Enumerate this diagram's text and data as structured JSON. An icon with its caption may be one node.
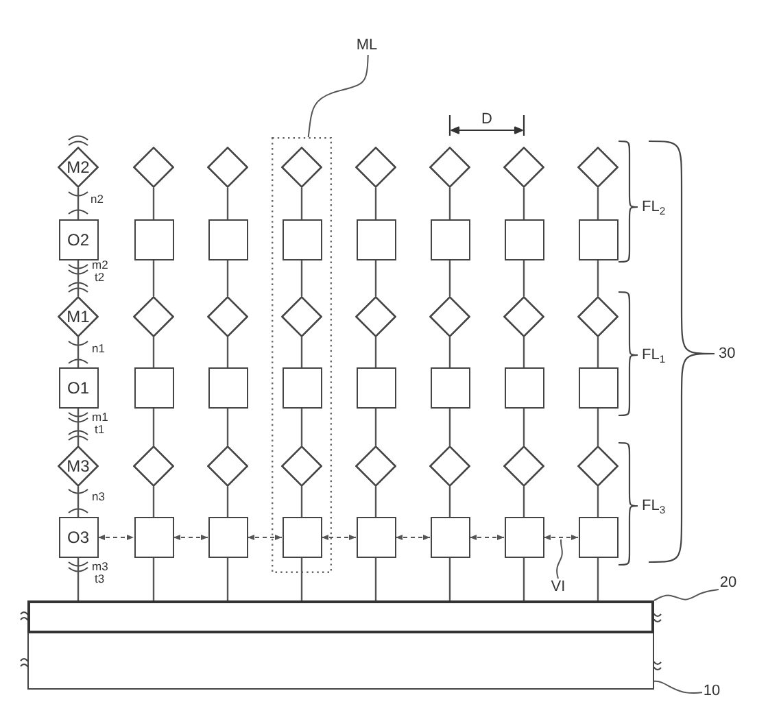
{
  "diagram": {
    "nodes": [
      {
        "text": [
          "ML"
        ]
      },
      {
        "text": [],
        "shape": "box"
      },
      {
        "text": [
          "M2"
        ]
      },
      {
        "text": [],
        "shape": "diamond"
      },
      {
        "text": [],
        "shape": "diamond"
      },
      {
        "text": [],
        "shape": "diamond",
        "in": 1
      },
      {
        "text": [],
        "shape": "diamond"
      },
      {
        "text": [],
        "shape": "diamond"
      },
      {
        "text": [],
        "shape": "diamond"
      },
      {
        "text": [],
        "shape": "diamond"
      },
      {
        "text": [
          "O2"
        ]
      },
      {
        "text": [],
        "shape": "box"
      },
      {
        "text": [],
        "shape": "box"
      },
      {
        "text": [],
        "shape": "box",
        "in": 1
      },
      {
        "text": [],
        "shape": "box"
      },
      {
        "text": [],
        "shape": "box"
      },
      {
        "text": [],
        "shape": "box"
      },
      {
        "text": [],
        "shape": "box"
      },
      {
        "text": [
          "M1"
        ]
      },
      {
        "text": [],
        "shape": "diamond"
      },
      {
        "text": [],
        "shape": "diamond"
      },
      {
        "text": [],
        "shape": "diamond",
        "in": 1
      },
      {
        "text": [],
        "shape": "diamond"
      },
      {
        "text": [],
        "shape": "diamond"
      },
      {
        "text": [],
        "shape": "diamond"
      },
      {
        "text": [],
        "shape": "diamond"
      },
      {
        "text": [
          "O1"
        ]
      },
      {
        "text": [],
        "shape": "box"
      },
      {
        "text": [],
        "shape": "box"
      },
      {
        "text": [],
        "shape": "box",
        "in": 1
      },
      {
        "text": [],
        "shape": "box"
      },
      {
        "text": [],
        "shape": "box"
      },
      {
        "text": [],
        "shape": "box"
      },
      {
        "text": [],
        "shape": "box"
      },
      {
        "text": [
          "M3"
        ]
      },
      {
        "text": [],
        "shape": "diamond"
      },
      {
        "text": [],
        "shape": "diamond"
      },
      {
        "text": [],
        "shape": "diamond",
        "in": 1
      },
      {
        "text": [],
        "shape": "diamond"
      },
      {
        "text": [],
        "shape": "diamond"
      },
      {
        "text": [],
        "shape": "diamond"
      },
      {
        "text": [],
        "shape": "diamond"
      },
      {
        "text": [
          "O3"
        ]
      },
      {
        "text": [],
        "shape": "box"
      },
      {
        "text": [],
        "shape": "box"
      },
      {
        "text": [],
        "shape": "box",
        "in": 1
      },
      {
        "text": [],
        "shape": "box"
      },
      {
        "text": [],
        "shape": "box"
      },
      {
        "text": [],
        "shape": "box"
      },
      {
        "text": [],
        "shape": "box"
      },
      {
        "text": [
          "VI"
        ]
      },
      {
        "text": [
          "20"
        ]
      },
      {
        "text": [],
        "shape": "box"
      },
      {
        "text": [
          "10"
        ]
      },
      {
        "text": [],
        "shape": "box"
      }
    ],
    "edges": [
      {
        "from": 2,
        "to": 10,
        "arrow": "none"
      },
      {
        "from": 10,
        "to": 18,
        "arrow": "none"
      },
      {
        "from": 18,
        "to": 26,
        "arrow": "none"
      },
      {
        "from": 26,
        "to": 34,
        "arrow": "none"
      },
      {
        "from": 34,
        "to": 42,
        "arrow": "none"
      },
      {
        "from": 3,
        "to": 11,
        "arrow": "none"
      },
      {
        "from": 11,
        "to": 19,
        "arrow": "none"
      },
      {
        "from": 19,
        "to": 27,
        "arrow": "none"
      },
      {
        "from": 27,
        "to": 35,
        "arrow": "none"
      },
      {
        "from": 35,
        "to": 43,
        "arrow": "none"
      },
      {
        "from": 4,
        "to": 12,
        "arrow": "none"
      },
      {
        "from": 12,
        "to": 20,
        "arrow": "none"
      },
      {
        "from": 20,
        "to": 28,
        "arrow": "none"
      },
      {
        "from": 28,
        "to": 36,
        "arrow": "none"
      },
      {
        "from": 36,
        "to": 44,
        "arrow": "none"
      },
      {
        "from": 5,
        "to": 13,
        "arrow": "none"
      },
      {
        "from": 13,
        "to": 21,
        "arrow": "none"
      },
      {
        "from": 21,
        "to": 29,
        "arrow": "none"
      },
      {
        "from": 29,
        "to": 37,
        "arrow": "none"
      },
      {
        "from": 37,
        "to": 45,
        "arrow": "none"
      },
      {
        "from": 6,
        "to": 14,
        "arrow": "none"
      },
      {
        "from": 14,
        "to": 22,
        "arrow": "none"
      },
      {
        "from": 22,
        "to": 30,
        "arrow": "none"
      },
      {
        "from": 30,
        "to": 38,
        "arrow": "none"
      },
      {
        "from": 38,
        "to": 46,
        "arrow": "none"
      },
      {
        "from": 7,
        "to": 15,
        "arrow": "none"
      },
      {
        "from": 15,
        "to": 23,
        "arrow": "none"
      },
      {
        "from": 23,
        "to": 31,
        "arrow": "none"
      },
      {
        "from": 31,
        "to": 39,
        "arrow": "none"
      },
      {
        "from": 39,
        "to": 47,
        "arrow": "none"
      },
      {
        "from": 8,
        "to": 16,
        "arrow": "none"
      },
      {
        "from": 16,
        "to": 24,
        "arrow": "none"
      },
      {
        "from": 24,
        "to": 32,
        "arrow": "none"
      },
      {
        "from": 32,
        "to": 40,
        "arrow": "none"
      },
      {
        "from": 40,
        "to": 48,
        "arrow": "none"
      },
      {
        "from": 9,
        "to": 17,
        "arrow": "none"
      },
      {
        "from": 17,
        "to": 25,
        "arrow": "none"
      },
      {
        "from": 25,
        "to": 33,
        "arrow": "none"
      },
      {
        "from": 33,
        "to": 41,
        "arrow": "none"
      },
      {
        "from": 41,
        "to": 49,
        "arrow": "none"
      },
      {
        "from": 42,
        "to": 52,
        "arrow": "none"
      },
      {
        "from": 43,
        "to": 52,
        "arrow": "none"
      },
      {
        "from": 44,
        "to": 52,
        "arrow": "none"
      },
      {
        "from": 45,
        "to": 52,
        "arrow": "none"
      },
      {
        "from": 46,
        "to": 52,
        "arrow": "none"
      },
      {
        "from": 47,
        "to": 52,
        "arrow": "none"
      },
      {
        "from": 48,
        "to": 52,
        "arrow": "none"
      },
      {
        "from": 49,
        "to": 52,
        "arrow": "none"
      },
      {
        "from": 42,
        "to": 43,
        "arrow": "both",
        "style": "dashed"
      },
      {
        "from": 43,
        "to": 44,
        "arrow": "both",
        "style": "dashed"
      },
      {
        "from": 44,
        "to": 45,
        "arrow": "both",
        "style": "dashed"
      },
      {
        "from": 45,
        "to": 46,
        "arrow": "both",
        "style": "dashed"
      },
      {
        "from": 46,
        "to": 47,
        "arrow": "both",
        "style": "dashed"
      },
      {
        "from": 47,
        "to": 48,
        "arrow": "both",
        "style": "dashed"
      },
      {
        "from": 48,
        "to": 49,
        "arrow": "both",
        "style": "dashed"
      },
      {
        "from": 0,
        "to": 1,
        "arrow": "none"
      },
      {
        "from": 50,
        "to": null,
        "arrow": "none"
      },
      {
        "from": 51,
        "to": 52,
        "arrow": "none"
      },
      {
        "from": 53,
        "to": 54,
        "arrow": "none"
      }
    ],
    "labels": [
      "D",
      "n2",
      "FL$_{2}$",
      "m2",
      "t2",
      "n1",
      "FL$_{1}$",
      "30",
      "m1",
      "t1",
      "n3",
      "FL$_{3}$",
      "m3",
      "t3"
    ]
  }
}
